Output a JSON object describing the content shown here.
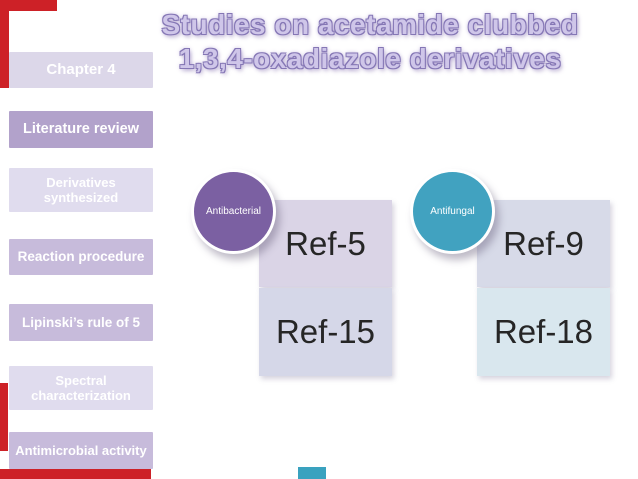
{
  "slide": {
    "title": {
      "line1": "Studies on acetamide clubbed",
      "line2": "1,3,4-oxadiazole derivatives",
      "fill_color": "#cfc6e9",
      "outline_color": "#8577b5"
    },
    "sidebar": {
      "items": [
        {
          "label": "Chapter 4"
        },
        {
          "label": "Literature review"
        },
        {
          "label": "Derivatives synthesized"
        },
        {
          "label": "Reaction procedure"
        },
        {
          "label": "Lipinski’s rule of 5"
        },
        {
          "label": "Spectral characterization"
        },
        {
          "label": "Antimicrobial activity"
        }
      ],
      "active_item": "Literature review",
      "active_color": "#b2a2cb",
      "light_color": "#e0dcee",
      "medium_color": "#c7bbdb",
      "text_color": "#ffffff"
    },
    "diagram": {
      "groups": [
        {
          "circle_label": "Antibacterial",
          "circle_color": "#7b60a2",
          "refs": [
            {
              "label": "Ref-5",
              "bg": "#dad4e6"
            },
            {
              "label": "Ref-15",
              "bg": "#d5d7e8"
            }
          ]
        },
        {
          "circle_label": "Antifungal",
          "circle_color": "#41a2c0",
          "refs": [
            {
              "label": "Ref-9",
              "bg": "#d7dae8"
            },
            {
              "label": "Ref-18",
              "bg": "#d9e7ee"
            }
          ]
        }
      ]
    },
    "frame_marks": {
      "red_color": "#cd2127",
      "teal_color": "#3aa2bf"
    }
  }
}
